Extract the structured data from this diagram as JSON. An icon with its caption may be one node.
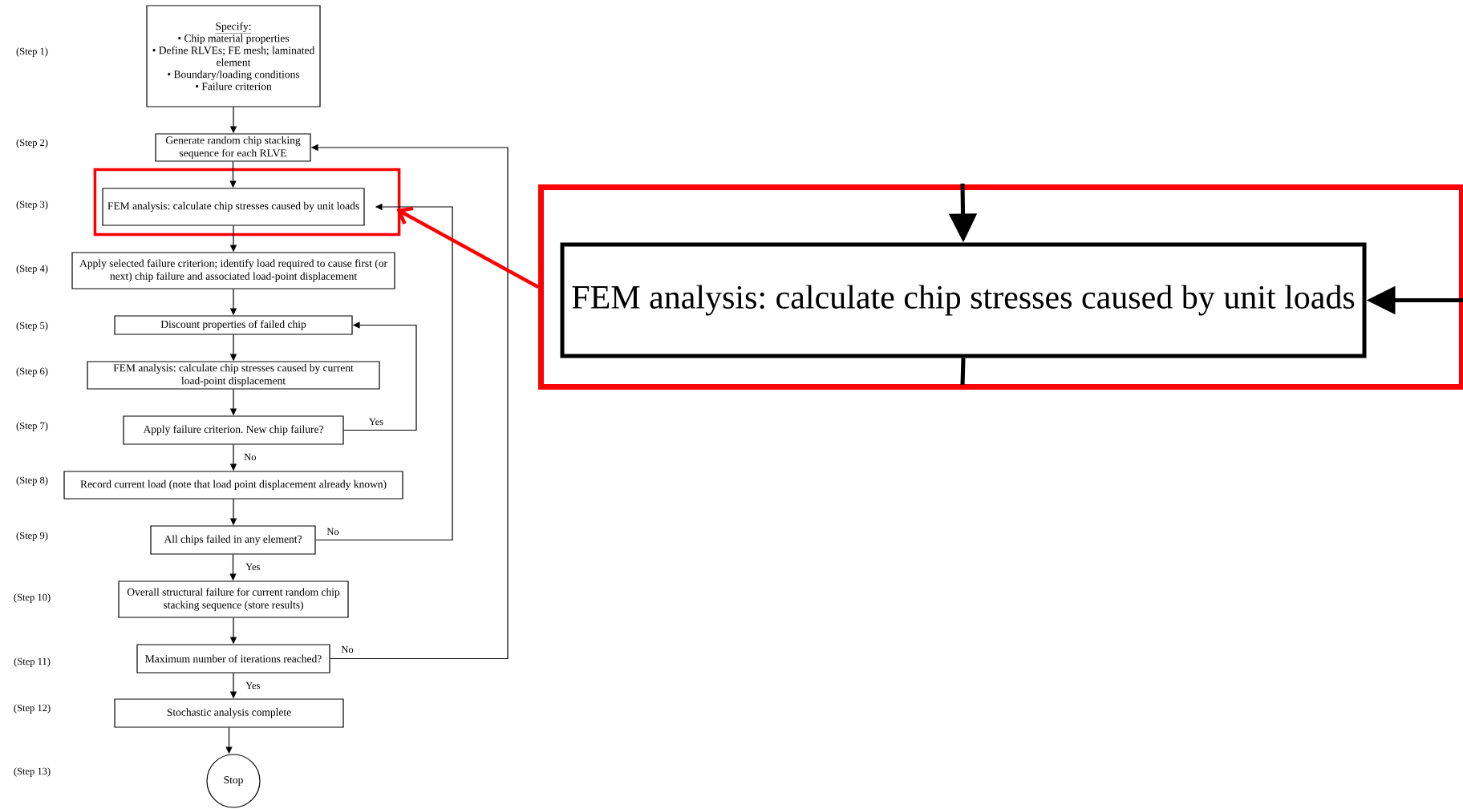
{
  "diagram": {
    "nodes": [
      {
        "text": [
          "Specify:",
          "• Chip material properties",
          "• Define RLVEs; FE mesh; laminated element",
          "• Boundary/loading conditions",
          "• Failure criterion"
        ]
      },
      {
        "text": [
          "Generate random chip stacking sequence for each RLVE"
        ]
      },
      {
        "text": [],
        "shape": "box"
      },
      {
        "text": [
          "FEM analysis: calculate chip stresses caused by unit loads"
        ],
        "in": 2
      },
      {
        "text": [
          "Apply selected failure criterion; identify load required to cause first (or next) chip failure and associated load-point displacement"
        ]
      },
      {
        "text": [
          "Discount properties of failed chip"
        ]
      },
      {
        "text": [
          "FEM analysis: calculate chip stresses caused by current load-point displacement"
        ]
      },
      {
        "text": [
          "Apply failure criterion.   New chip failure?"
        ]
      },
      {
        "text": [
          "Record current load (note that load point displacement already known)"
        ]
      },
      {
        "text": [
          "All chips failed in any element?"
        ]
      },
      {
        "text": [
          "Overall structural failure for current random chip stacking sequence (store results)"
        ]
      },
      {
        "text": [
          "Maximum number of iterations reached?"
        ]
      },
      {
        "text": [
          "Stochastic analysis complete"
        ]
      },
      {
        "text": [
          "Stop"
        ]
      },
      {
        "text": [],
        "shape": "box"
      },
      {
        "text": [
          "FEM analysis: calculate chip stresses caused by unit loads"
        ],
        "in": 14
      }
    ],
    "edges": [
      {
        "from": 0,
        "to": 1,
        "arrow": "to"
      },
      {
        "from": 1,
        "to": 3,
        "arrow": "to"
      },
      {
        "from": 3,
        "to": 4,
        "arrow": "to"
      },
      {
        "from": 4,
        "to": 5,
        "arrow": "to"
      },
      {
        "from": 5,
        "to": 6,
        "arrow": "to"
      },
      {
        "from": 6,
        "to": 7,
        "arrow": "to"
      },
      {
        "from": 7,
        "to": 8,
        "arrow": "to",
        "label": "No"
      },
      {
        "from": 8,
        "to": 9,
        "arrow": "to"
      },
      {
        "from": 9,
        "to": 10,
        "arrow": "to",
        "label": "Yes"
      },
      {
        "from": 10,
        "to": 11,
        "arrow": "to"
      },
      {
        "from": 11,
        "to": 12,
        "arrow": "to",
        "label": "Yes"
      },
      {
        "from": 12,
        "to": 13,
        "arrow": "to"
      },
      {
        "from": 7,
        "to": 5,
        "arrow": "to",
        "label": "Yes"
      },
      {
        "from": 9,
        "to": 3,
        "arrow": "to",
        "label": "No"
      },
      {
        "from": 11,
        "to": 1,
        "arrow": "to",
        "label": "No"
      },
      {
        "from": 14,
        "to": 2,
        "arrow": "to",
        "style": "thick",
        "color": "#ff0000"
      },
      {
        "from": null,
        "to": 15,
        "arrow": "to",
        "style": "thick"
      },
      {
        "from": null,
        "to": 15,
        "arrow": "to",
        "style": "thick"
      },
      {
        "from": 15,
        "to": null,
        "arrow": "none",
        "style": "thick"
      }
    ],
    "labels": [
      "(Step 1)",
      "(Step 2)",
      "(Step 3)",
      "(Step 4)",
      "(Step 5)",
      "(Step 6)",
      "(Step 7)",
      "(Step 8)",
      "(Step 9)",
      "(Step 10)",
      "(Step 11)",
      "(Step 12)",
      "(Step 13)"
    ]
  }
}
